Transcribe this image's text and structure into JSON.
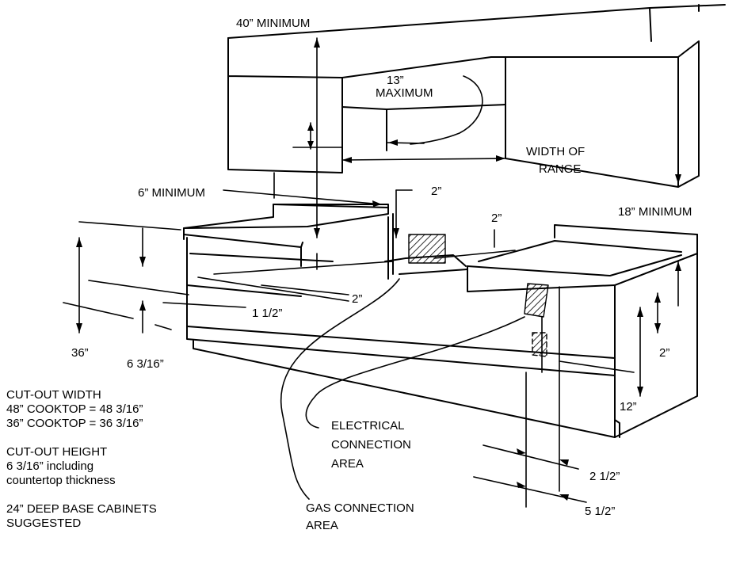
{
  "labels": {
    "min_40": "40” MINIMUM",
    "max_13_a": "13”",
    "max_13_b": "MAXIMUM",
    "width_range_a": "WIDTH OF",
    "width_range_b": "RANGE",
    "min_6": "6” MINIMUM",
    "two_a": "2”",
    "two_b": "2”",
    "two_c": "2”",
    "two_d": "2”",
    "min_18": "18” MINIMUM",
    "one_half": "1 1/2”",
    "thirty_six": "36”",
    "six_3_16": "6 3/16”",
    "twelve": "12”",
    "two_half": "2 1/2”",
    "five_half": "5 1/2”",
    "elec_a": "ELECTRICAL",
    "elec_b": "CONNECTION",
    "elec_c": "AREA",
    "gas_a": "GAS CONNECTION",
    "gas_b": "AREA"
  },
  "notes": {
    "cutout_width": {
      "title": "CUT-OUT WIDTH",
      "line1": "48” COOKTOP = 48 3/16”",
      "line2": "36” COOKTOP = 36 3/16”"
    },
    "cutout_height": {
      "title": "CUT-OUT HEIGHT",
      "line1": "6 3/16” including",
      "line2": "countertop thickness"
    },
    "cabinets": {
      "line1": "24” DEEP BASE CABINETS",
      "line2": "SUGGESTED"
    }
  }
}
